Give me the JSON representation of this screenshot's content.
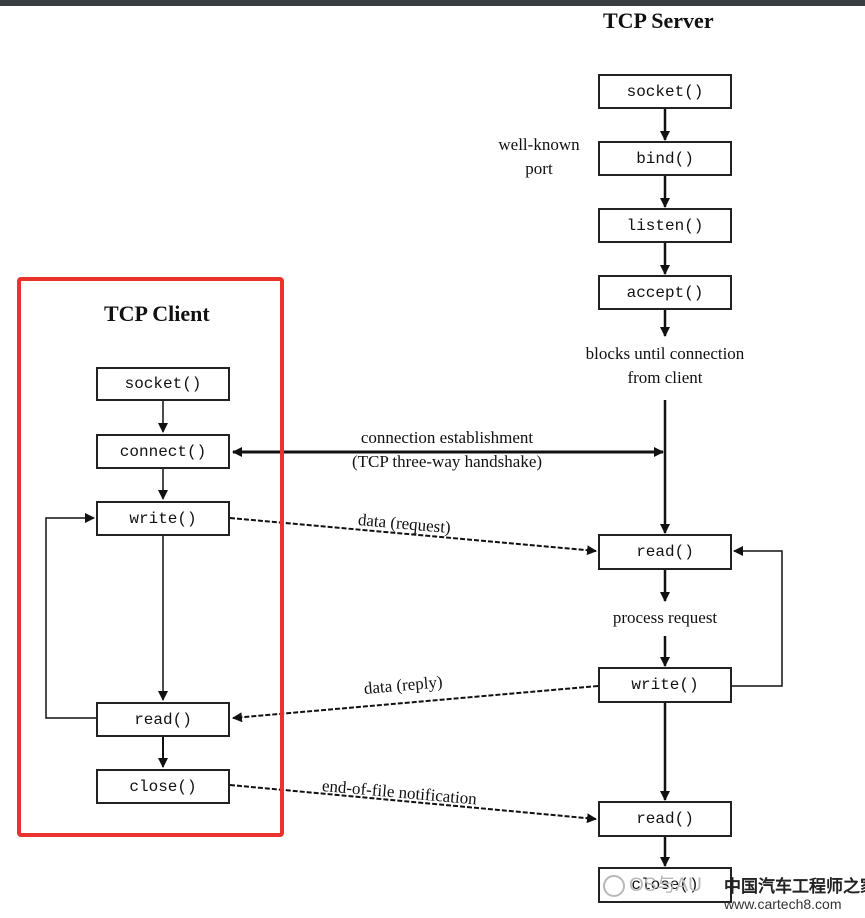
{
  "server": {
    "title": "TCP Server",
    "socket": "socket()",
    "bind": "bind()",
    "listen": "listen()",
    "accept": "accept()",
    "read1": "read()",
    "write": "write()",
    "read2": "read()",
    "close": "close()",
    "well_known_port": [
      "well-known",
      "port"
    ],
    "blocks": [
      "blocks until connection",
      "from client"
    ],
    "process_request": "process request"
  },
  "client": {
    "title": "TCP Client",
    "socket": "socket()",
    "connect": "connect()",
    "write": "write()",
    "read": "read()",
    "close": "close()"
  },
  "links": {
    "handshake": [
      "connection establishment",
      "(TCP three-way handshake)"
    ],
    "request": "data (request)",
    "reply": "data (reply)",
    "eof": "end-of-file notification"
  },
  "watermark": {
    "left": "OS与AU",
    "right": "中国汽车工程师之家",
    "url": "www.cartech8.com"
  },
  "colors": {
    "highlight_frame": "#e8322c",
    "line": "#111111"
  }
}
